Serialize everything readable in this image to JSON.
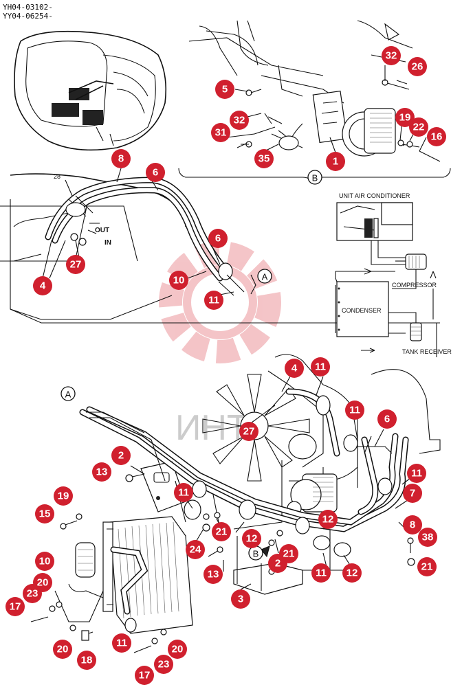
{
  "header": {
    "serial_1": "YH04-03102-",
    "serial_2": "YY04-06254-"
  },
  "watermark": {
    "text": "ИНТ"
  },
  "view_markers": {
    "a_top": "A",
    "a_bottom": "A",
    "b_top": "B",
    "b_bottom": "B"
  },
  "port_labels": {
    "out": "OUT",
    "in": "IN",
    "item_28": "28"
  },
  "schematic": {
    "unit": "UNIT AIR CONDITIONER",
    "compressor": "COMPRESSOR",
    "condenser": "CONDENSER",
    "receiver": "TANK RECEIVER"
  },
  "callouts": [
    "1",
    "2",
    "3",
    "4",
    "5",
    "6",
    "7",
    "8",
    "10",
    "11",
    "12",
    "13",
    "15",
    "16",
    "17",
    "18",
    "19",
    "20",
    "21",
    "22",
    "23",
    "24",
    "26",
    "27",
    "31",
    "32",
    "35",
    "38"
  ],
  "colors": {
    "callout_fill": "#d0202e",
    "watermark": "#e8a0a4"
  }
}
